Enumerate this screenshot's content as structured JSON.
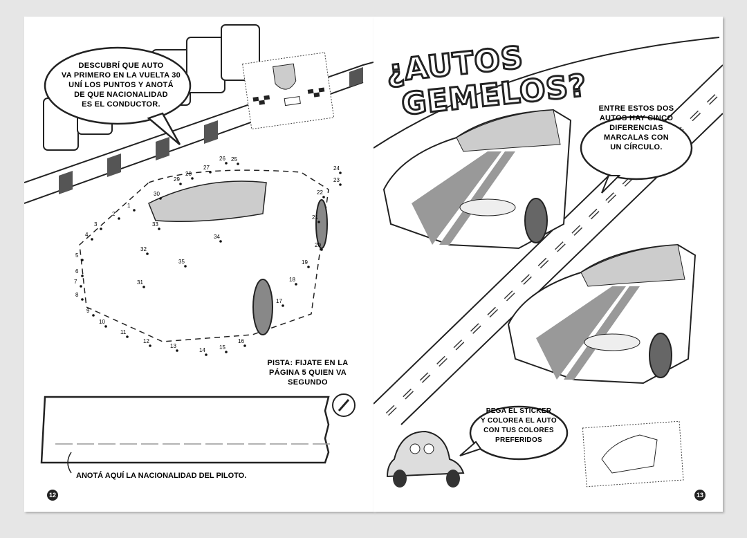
{
  "left_page": {
    "bubble_text": [
      "Descubrí que auto",
      "va primero en la vuelta 30",
      "uní los puntos y anotá",
      "de que nacionalidad",
      "es el conductor."
    ],
    "hint": [
      "Pista: fijate en la",
      "página 5 quien va segundo"
    ],
    "answer_label": "Anotá aquí la nacionalidad del piloto.",
    "page_number": "12",
    "dot_labels": [
      "1",
      "2",
      "3",
      "4",
      "5",
      "6",
      "7",
      "8",
      "9",
      "10",
      "11",
      "12",
      "13",
      "14",
      "15",
      "16",
      "17",
      "18",
      "19",
      "20",
      "21",
      "22",
      "23",
      "24",
      "25",
      "26",
      "27",
      "28",
      "29",
      "30",
      "31",
      "32",
      "33",
      "34",
      "35"
    ]
  },
  "right_page": {
    "title_line1": "¿AUTOS",
    "title_line2": "GEMELOS?",
    "bubble_text": [
      "Entre estos dos",
      "autos hay cinco",
      "diferencias",
      "marcalas con",
      "un círculo."
    ],
    "sticker_bubble": [
      "Pega el sticker",
      "y colorea el auto",
      "con tus colores",
      "preferidos"
    ],
    "page_number": "13"
  }
}
